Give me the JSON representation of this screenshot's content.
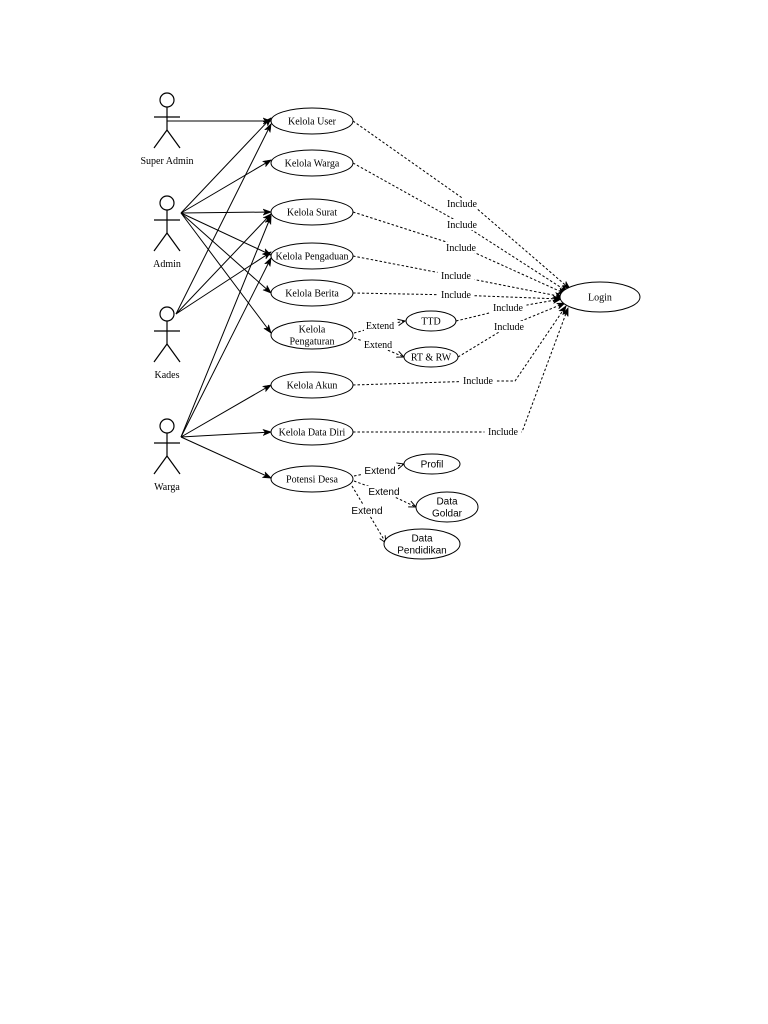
{
  "actors": [
    {
      "id": "super_admin",
      "label": "Super Admin"
    },
    {
      "id": "admin",
      "label": "Admin"
    },
    {
      "id": "kades",
      "label": "Kades"
    },
    {
      "id": "warga",
      "label": "Warga"
    }
  ],
  "use_cases": [
    {
      "id": "kelola_user",
      "lines": [
        "Kelola User"
      ]
    },
    {
      "id": "kelola_warga",
      "lines": [
        "Kelola Warga"
      ]
    },
    {
      "id": "kelola_surat",
      "lines": [
        "Kelola Surat"
      ]
    },
    {
      "id": "kelola_pengaduan",
      "lines": [
        "Kelola Pengaduan"
      ]
    },
    {
      "id": "kelola_berita",
      "lines": [
        "Kelola Berita"
      ]
    },
    {
      "id": "kelola_pengaturan",
      "lines": [
        "Kelola",
        "Pengaturan"
      ]
    },
    {
      "id": "kelola_akun",
      "lines": [
        "Kelola Akun"
      ]
    },
    {
      "id": "kelola_data_diri",
      "lines": [
        "Kelola Data Diri"
      ]
    },
    {
      "id": "potensi_desa",
      "lines": [
        "Potensi Desa"
      ]
    },
    {
      "id": "ttd",
      "lines": [
        "TTD"
      ]
    },
    {
      "id": "rt_rw",
      "lines": [
        "RT & RW"
      ]
    },
    {
      "id": "profil",
      "lines": [
        "Profil"
      ]
    },
    {
      "id": "data_goldar",
      "lines": [
        "Data",
        "Goldar"
      ]
    },
    {
      "id": "data_pendidikan",
      "lines": [
        "Data",
        "Pendidikan"
      ]
    },
    {
      "id": "login",
      "lines": [
        "Login"
      ]
    }
  ],
  "associations": [
    {
      "actor": "super_admin",
      "use_case": "kelola_user"
    },
    {
      "actor": "admin",
      "use_case": "kelola_user"
    },
    {
      "actor": "admin",
      "use_case": "kelola_warga"
    },
    {
      "actor": "admin",
      "use_case": "kelola_surat"
    },
    {
      "actor": "admin",
      "use_case": "kelola_pengaduan"
    },
    {
      "actor": "admin",
      "use_case": "kelola_berita"
    },
    {
      "actor": "admin",
      "use_case": "kelola_pengaturan"
    },
    {
      "actor": "kades",
      "use_case": "kelola_user"
    },
    {
      "actor": "kades",
      "use_case": "kelola_surat"
    },
    {
      "actor": "kades",
      "use_case": "kelola_pengaduan"
    },
    {
      "actor": "warga",
      "use_case": "kelola_surat"
    },
    {
      "actor": "warga",
      "use_case": "kelola_pengaduan"
    },
    {
      "actor": "warga",
      "use_case": "kelola_akun"
    },
    {
      "actor": "warga",
      "use_case": "kelola_data_diri"
    },
    {
      "actor": "warga",
      "use_case": "potensi_desa"
    }
  ],
  "include_relations": [
    {
      "from": "kelola_user",
      "to": "login",
      "label": "Include"
    },
    {
      "from": "kelola_warga",
      "to": "login",
      "label": "Include"
    },
    {
      "from": "kelola_surat",
      "to": "login",
      "label": "Include"
    },
    {
      "from": "kelola_pengaduan",
      "to": "login",
      "label": "Include"
    },
    {
      "from": "kelola_berita",
      "to": "login",
      "label": "Include"
    },
    {
      "from": "ttd",
      "to": "login",
      "label": "Include"
    },
    {
      "from": "rt_rw",
      "to": "login",
      "label": "Include"
    },
    {
      "from": "kelola_akun",
      "to": "login",
      "label": "Include"
    },
    {
      "from": "kelola_data_diri",
      "to": "login",
      "label": "Include"
    }
  ],
  "extend_relations": [
    {
      "from": "kelola_pengaturan",
      "to": "ttd",
      "label": "Extend"
    },
    {
      "from": "kelola_pengaturan",
      "to": "rt_rw",
      "label": "Extend"
    },
    {
      "from": "potensi_desa",
      "to": "profil",
      "label": "Extend"
    },
    {
      "from": "potensi_desa",
      "to": "data_goldar",
      "label": "Extend"
    },
    {
      "from": "potensi_desa",
      "to": "data_pendidikan",
      "label": "Extend"
    }
  ]
}
